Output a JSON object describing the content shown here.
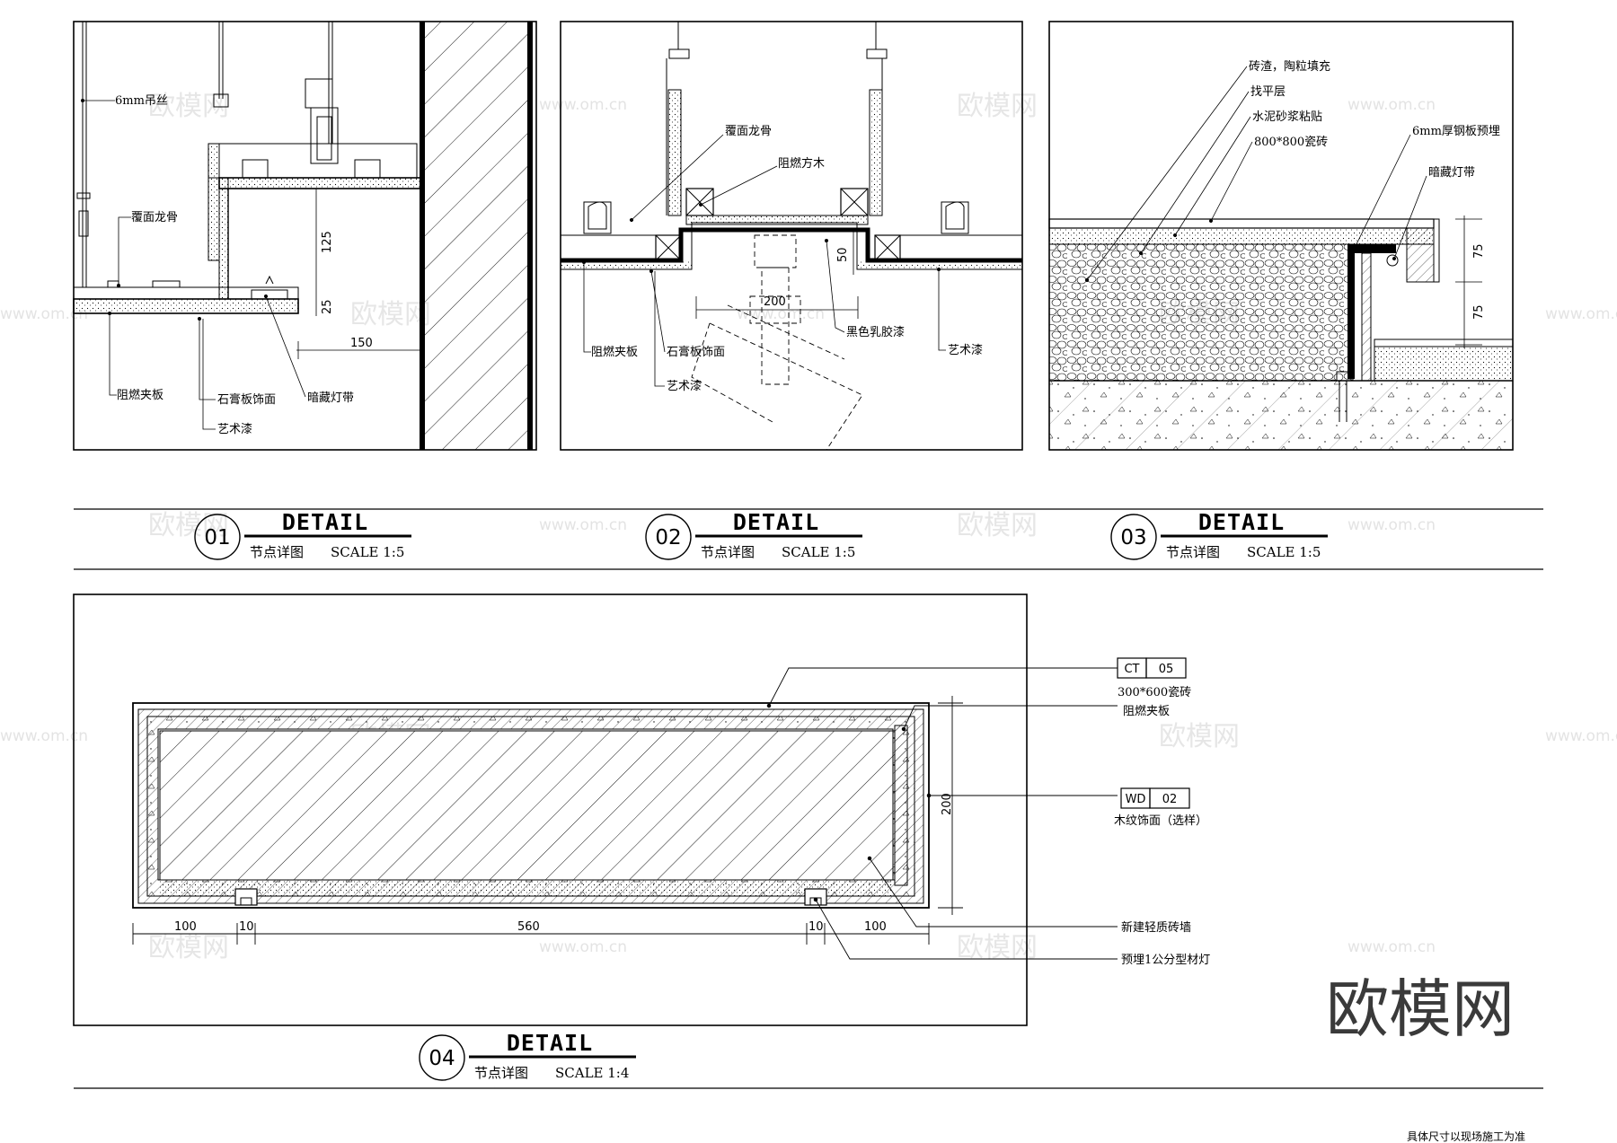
{
  "details": [
    {
      "number": "01",
      "title": "DETAIL",
      "subtitle": "节点详图",
      "scale": "SCALE 1:5"
    },
    {
      "number": "02",
      "title": "DETAIL",
      "subtitle": "节点详图",
      "scale": "SCALE 1:5"
    },
    {
      "number": "03",
      "title": "DETAIL",
      "subtitle": "节点详图",
      "scale": "SCALE 1:5"
    },
    {
      "number": "04",
      "title": "DETAIL",
      "subtitle": "节点详图",
      "scale": "SCALE 1:4"
    }
  ],
  "panel1": {
    "labels": [
      "6mm吊丝",
      "覆面龙骨",
      "阻燃夹板",
      "石膏板饰面",
      "艺术漆",
      "暗藏灯带"
    ],
    "dims": [
      "125",
      "25",
      "150"
    ]
  },
  "panel2": {
    "labels": [
      "覆面龙骨",
      "阻燃方木",
      "阻燃夹板",
      "石膏板饰面",
      "艺术漆",
      "黑色乳胶漆",
      "艺术漆"
    ],
    "dims": [
      "50",
      "200"
    ]
  },
  "panel3": {
    "labels": [
      "砖渣，陶粒填充",
      "找平层",
      "水泥砂浆粘贴",
      "800*800瓷砖",
      "6mm厚钢板预埋",
      "暗藏灯带"
    ],
    "dims": [
      "75",
      "75"
    ]
  },
  "panel4": {
    "tags": [
      {
        "code": "CT",
        "num": "05",
        "desc": "300*600瓷砖"
      },
      {
        "code": "WD",
        "num": "02",
        "desc": "木纹饰面（选样）"
      }
    ],
    "labels": [
      "阻燃夹板",
      "新建轻质砖墙",
      "预埋1公分型材灯"
    ],
    "dims": [
      "100",
      "10",
      "560",
      "10",
      "100",
      "200"
    ]
  },
  "watermark": {
    "text": "欧模网",
    "url": "www.om.cn"
  },
  "brand": "欧模网",
  "footnote": "具体尺寸以现场施工为准"
}
